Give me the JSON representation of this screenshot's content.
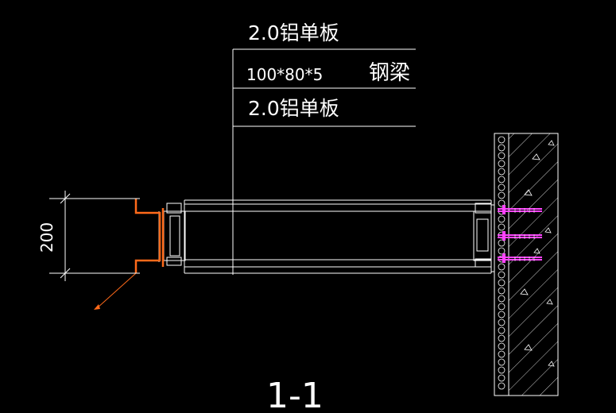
{
  "callout": {
    "top_label": "2.0铝单板",
    "beam_size": "100*80*5",
    "beam_name": "钢梁",
    "bottom_label": "2.0铝单板"
  },
  "dimension": {
    "value": "200"
  },
  "section_title": "1-1",
  "colors": {
    "background": "#000000",
    "lines": "#ffffff",
    "aluminum_panel": "#ff6a1a",
    "anchor_bolt": "#ff44ff",
    "dimension": "#ffffff"
  }
}
